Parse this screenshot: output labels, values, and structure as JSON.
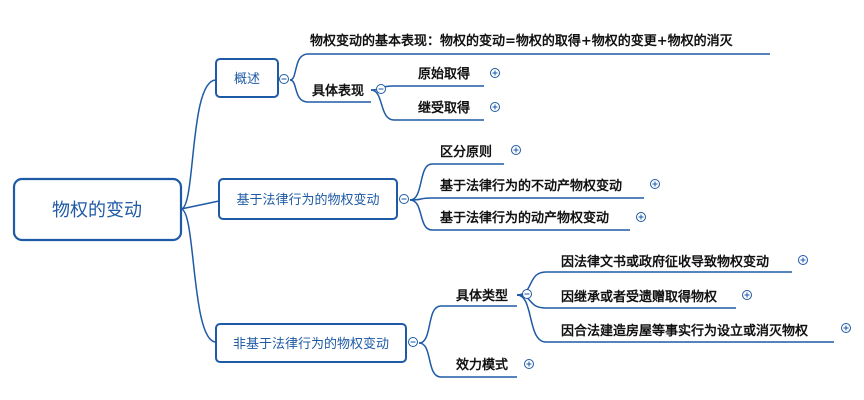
{
  "mindmap": {
    "root": "物权的变动",
    "nodes": {
      "overview": "概述",
      "overview_basic": "物权变动的基本表现：物权的变动=物权的取得+物权的变更+物权的消灭",
      "overview_specific": "具体表现",
      "original_acquisition": "原始取得",
      "derived_acquisition": "继受取得",
      "legal_act": "基于法律行为的物权变动",
      "separation_principle": "区分原则",
      "immovable_change": "基于法律行为的不动产物权变动",
      "movable_change": "基于法律行为的动产物权变动",
      "non_legal_act": "非基于法律行为的物权变动",
      "specific_types": "具体类型",
      "legal_document": "因法律文书或政府征收导致物权变动",
      "inheritance": "因继承或者受遗赠取得物权",
      "construction": "因合法建造房屋等事实行为设立或消灭物权",
      "effect_mode": "效力模式"
    },
    "colors": {
      "accent": "#1e5aa5",
      "leaf_text": "#111111",
      "background": "#ffffff"
    },
    "icons": {
      "expand": "plus-circle-icon",
      "collapse": "minus-circle-icon"
    }
  }
}
